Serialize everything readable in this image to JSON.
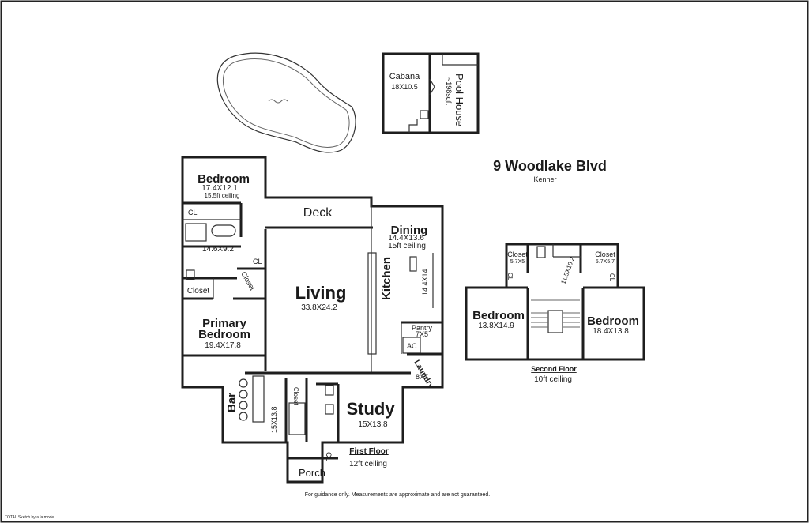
{
  "address": "9 Woodlake Blvd",
  "city": "Kenner",
  "disclaimer": "For guidance only. Measurements are approximate and are not guaranteed.",
  "footer_credit": "TOTAL Sketch by a la mode",
  "first_floor": {
    "label": "First Floor",
    "ceiling": "12ft ceiling",
    "rooms": {
      "bedroom": {
        "name": "Bedroom",
        "dims": "17.4X12.1",
        "note": "15.5ft ceiling"
      },
      "bath": {
        "dims": "14.6X9.2"
      },
      "closet_left": "Closet",
      "closet_vertical": "Closet",
      "cl_bedroom": "CL",
      "cl_bath": "CL",
      "primary_bedroom": {
        "name_line1": "Primary",
        "name_line2": "Bedroom",
        "dims": "19.4X17.8"
      },
      "deck": "Deck",
      "living": {
        "name": "Living",
        "dims": "33.8X24.2"
      },
      "dining": {
        "name": "Dining",
        "dims": "14.4X13.6",
        "note": "15ft ceiling"
      },
      "kitchen": {
        "name": "Kitchen",
        "dims": "14.4X14"
      },
      "pantry": {
        "name": "Pantry",
        "dims": "7X5"
      },
      "ac": "AC",
      "laundry": {
        "name": "Laundry",
        "dims": "8X7"
      },
      "bar": {
        "name": "Bar",
        "dims": "15X13.8"
      },
      "closet_entry": "Closet",
      "study": {
        "name": "Study",
        "dims": "15X13.8"
      },
      "cl_porch": "CL",
      "porch": "Porch"
    }
  },
  "second_floor": {
    "label": "Second Floor",
    "ceiling": "10ft ceiling",
    "rooms": {
      "closet_left": {
        "name": "Closet",
        "dims": "5.7X5"
      },
      "closet_right": {
        "name": "Closet",
        "dims": "5.7X5.7"
      },
      "cl_left": "CL",
      "cl_right": "CL",
      "hall": "11.5X10.2",
      "bedroom_left": {
        "name": "Bedroom",
        "dims": "13.8X14.9"
      },
      "bedroom_right": {
        "name": "Bedroom",
        "dims": "18.4X13.8"
      }
    }
  },
  "pool_house": {
    "cabana": {
      "name": "Cabana",
      "dims": "18X10.5"
    },
    "pool_house": {
      "name": "Pool House",
      "area": "~198sqft"
    }
  }
}
